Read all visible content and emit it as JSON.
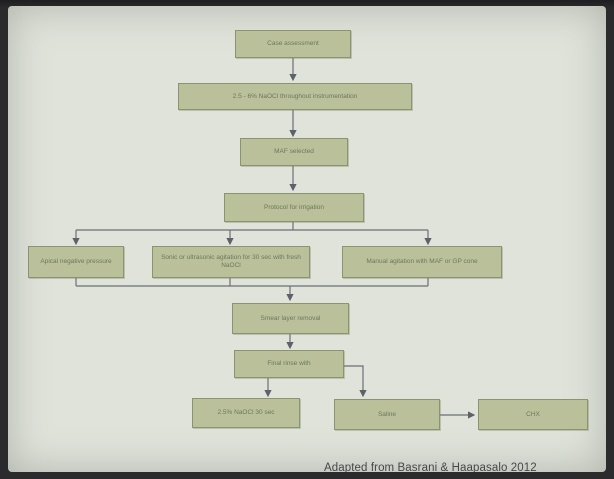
{
  "flowchart": {
    "nodes": {
      "case_assessment": "Case assessment",
      "naocl_throughout": "2.5 - 6% NaOCl throughout instrumentation",
      "maf_selected": "MAF selected",
      "protocol_irrigation": "Protocol for irrigation",
      "apical_negative_pressure": "Apical negative pressure",
      "sonic_ultrasonic": "Sonic or ultrasonic agitation for 30 sec with fresh NaOCl",
      "manual_agitation": "Manual agitation with MAF or GP cone",
      "smear_layer_removal": "Smear layer removal",
      "final_rinse": "Final rinse with",
      "naocl_30sec": "2.5% NaOCl 30 sec",
      "saline": "Saline",
      "chx": "CHX"
    }
  },
  "credit": "Adapted from Basrani & Haapasalo  2012"
}
